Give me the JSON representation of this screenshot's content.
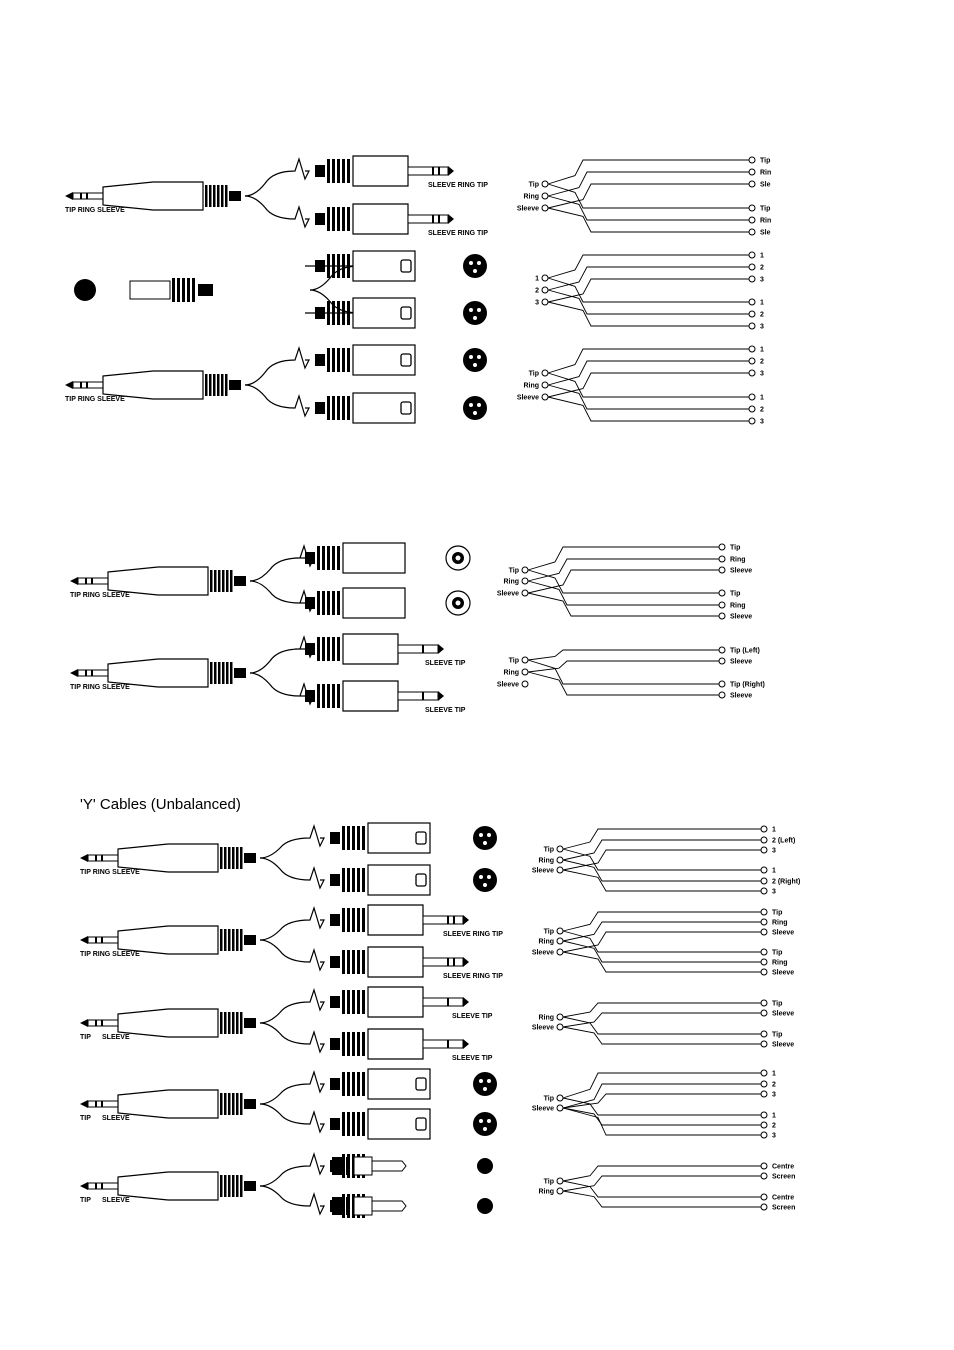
{
  "heading": "'Y' Cables (Unbalanced)",
  "colors": {
    "ink": "#000000",
    "paper": "#ffffff"
  },
  "rows": [
    {
      "id": "r1",
      "src_type": "trs",
      "src_labels": [
        "TIP RING SLEEVE"
      ],
      "dst_type": "trs",
      "dst_labels": [
        "SLEEVE RING TIP",
        "SLEEVE RING TIP"
      ],
      "left_pins": [
        "Tip",
        "Ring",
        "Sleeve"
      ],
      "right_groups": [
        [
          "Tip",
          "Rin",
          "Sle"
        ],
        [
          "Tip",
          "Rin",
          "Sle"
        ]
      ]
    },
    {
      "id": "r2",
      "src_type": "xlrf",
      "src_labels": [],
      "dst_type": "xlrm",
      "dst_labels": [],
      "left_pins": [
        "1",
        "2",
        "3"
      ],
      "right_groups": [
        [
          "1",
          "2",
          "3"
        ],
        [
          "1",
          "2",
          "3"
        ]
      ]
    },
    {
      "id": "r3",
      "src_type": "trs",
      "src_labels": [
        "TIP RING SLEEVE"
      ],
      "dst_type": "xlrm",
      "dst_labels": [],
      "left_pins": [
        "Tip",
        "Ring",
        "Sleeve"
      ],
      "right_groups": [
        [
          "1",
          "2",
          "3"
        ],
        [
          "1",
          "2",
          "3"
        ]
      ]
    },
    {
      "id": "r4",
      "src_type": "trs",
      "src_labels": [
        "TIP RING SLEEVE"
      ],
      "dst_type": "trsf",
      "dst_labels": [],
      "left_pins": [
        "Tip",
        "Ring",
        "Sleeve"
      ],
      "right_groups": [
        [
          "Tip",
          "Ring",
          "Sleeve"
        ],
        [
          "Tip",
          "Ring",
          "Sleeve"
        ]
      ]
    },
    {
      "id": "r5",
      "src_type": "trs",
      "src_labels": [
        "TIP RING SLEEVE"
      ],
      "dst_type": "ts",
      "dst_labels": [
        "SLEEVE    TIP",
        "SLEEVE    TIP"
      ],
      "left_pins": [
        "Tip",
        "Ring",
        "Sleeve"
      ],
      "right_groups": [
        [
          "Tip (Left)",
          "Sleeve"
        ],
        [
          "Tip (Right)",
          "Sleeve"
        ]
      ]
    },
    {
      "id": "r6",
      "src_type": "trs",
      "src_labels": [
        "TIP RING SLEEVE"
      ],
      "dst_type": "xlrm",
      "dst_labels": [],
      "left_pins": [
        "Tip",
        "Ring",
        "Sleeve"
      ],
      "right_groups": [
        [
          "1",
          "2 (Left)",
          "3"
        ],
        [
          "1",
          "2 (Right)",
          "3"
        ]
      ]
    },
    {
      "id": "r7",
      "src_type": "trs",
      "src_labels": [
        "TIP RING SLEEVE"
      ],
      "dst_type": "trs",
      "dst_labels": [
        "SLEEVE RING TIP",
        "SLEEVE RING TIP"
      ],
      "left_pins": [
        "Tip",
        "Ring",
        "Sleeve"
      ],
      "right_groups": [
        [
          "Tip",
          "Ring",
          "Sleeve"
        ],
        [
          "Tip",
          "Ring",
          "Sleeve"
        ]
      ]
    },
    {
      "id": "r8",
      "src_type": "ts",
      "src_labels": [
        "TIP",
        "SLEEVE"
      ],
      "dst_type": "ts",
      "dst_labels": [
        "SLEEVE    TIP",
        "SLEEVE    TIP"
      ],
      "left_pins": [
        "Ring",
        "Sleeve"
      ],
      "right_groups": [
        [
          "Tip",
          "Sleeve"
        ],
        [
          "Tip",
          "Sleeve"
        ]
      ]
    },
    {
      "id": "r9",
      "src_type": "ts",
      "src_labels": [
        "TIP",
        "SLEEVE"
      ],
      "dst_type": "xlrm",
      "dst_labels": [],
      "left_pins": [
        "Tip",
        "Sleeve"
      ],
      "right_groups": [
        [
          "1",
          "2",
          "3"
        ],
        [
          "1",
          "2",
          "3"
        ]
      ]
    },
    {
      "id": "r10",
      "src_type": "ts",
      "src_labels": [
        "TIP",
        "SLEEVE"
      ],
      "dst_type": "rca",
      "dst_labels": [],
      "left_pins": [
        "Tip",
        "Ring"
      ],
      "right_groups": [
        [
          "Centre",
          "Screen"
        ],
        [
          "Centre",
          "Screen"
        ]
      ]
    }
  ]
}
